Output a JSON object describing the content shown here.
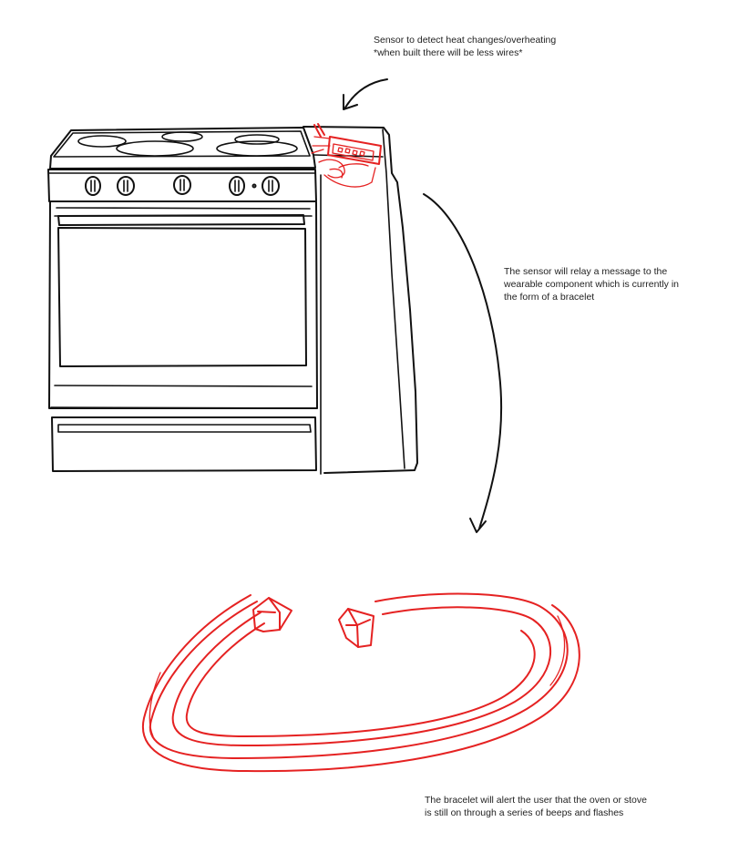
{
  "annotations": {
    "sensor": {
      "lines": [
        "Sensor to detect heat changes/overheating",
        "*when built there will be less wires*"
      ]
    },
    "relay": {
      "lines": [
        "The sensor will relay a message to the",
        "wearable component which is currently in",
        "the form of a bracelet"
      ]
    },
    "bracelet": {
      "lines": [
        "The bracelet will alert the user that the oven or stove",
        "is still on through a series of beeps and flashes"
      ]
    }
  },
  "colors": {
    "ink": "#111111",
    "sensor_and_bracelet": "#e52222",
    "text": "#222222"
  }
}
